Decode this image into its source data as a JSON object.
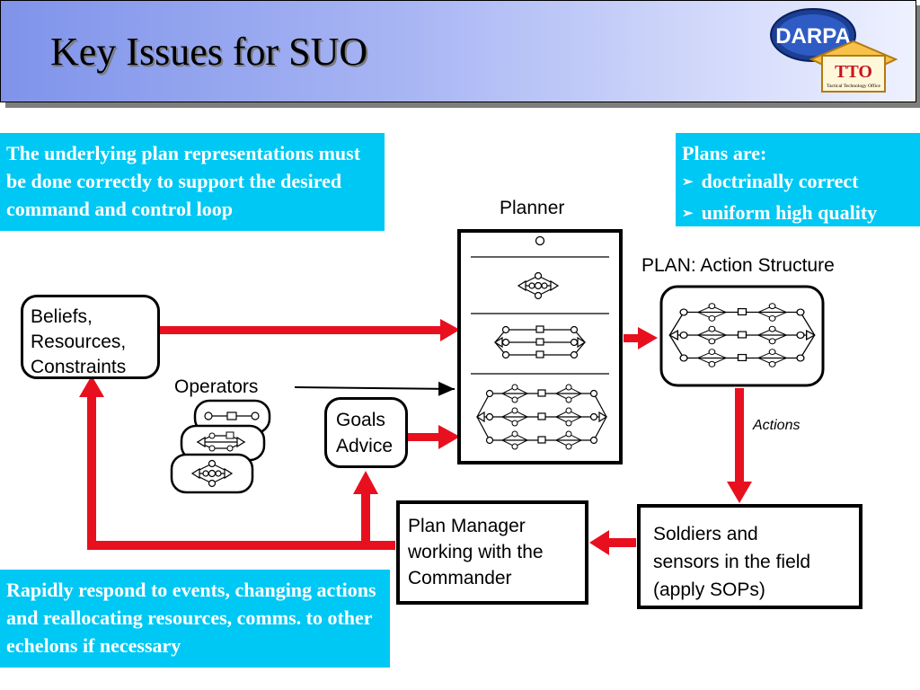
{
  "title": "Key Issues for SUO",
  "logo": {
    "darpa": "DARPA",
    "tto": "TTO",
    "tto_sub": "Tactical Technology Office"
  },
  "callout_top_left": "The underlying plan representations must be done correctly  to support the desired command and control loop",
  "callout_top_right": {
    "heading": "Plans are:",
    "bullets": [
      "doctrinally correct",
      "uniform high quality"
    ]
  },
  "callout_bottom_left": "Rapidly respond to events, changing actions and reallocating resources, comms. to other echelons if necessary",
  "labels": {
    "planner": "Planner",
    "plan": "PLAN:  Action Structure",
    "operators": "Operators",
    "actions": "Actions"
  },
  "boxes": {
    "beliefs": [
      "Beliefs,",
      "Resources,",
      "Constraints"
    ],
    "goals": [
      "Goals",
      "Advice"
    ],
    "plan_manager": [
      "Plan Manager",
      "working with the",
      "Commander"
    ],
    "soldiers": [
      "Soldiers and",
      "sensors in the field",
      "(apply SOPs)"
    ]
  },
  "colors": {
    "arrow": "#e8101e",
    "callout": "#00c8f4",
    "title_gradient_start": "#7f93ea",
    "title_gradient_end": "#eef1ff"
  }
}
